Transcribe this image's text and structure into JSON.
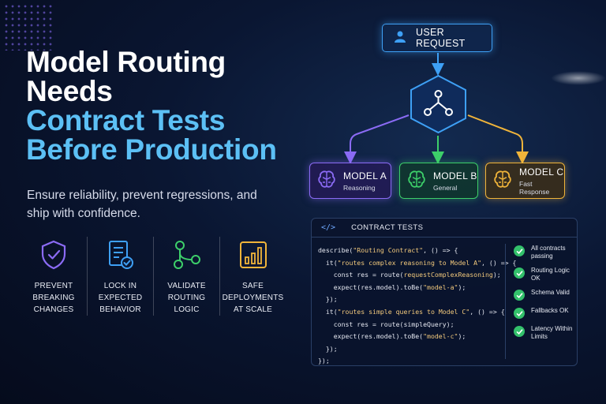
{
  "headline": {
    "line1": "Model Routing",
    "line2": "Needs",
    "line3": "Contract Tests",
    "line4": "Before Production"
  },
  "subtitle": "Ensure reliability, prevent regressions, and ship with confidence.",
  "features": [
    {
      "icon": "shield-check-icon",
      "label": "PREVENT\nBREAKING\nCHANGES",
      "color": "#8b6bf5"
    },
    {
      "icon": "document-check-icon",
      "label": "LOCK IN\nEXPECTED\nBEHAVIOR",
      "color": "#3ea0f5"
    },
    {
      "icon": "routing-flow-icon",
      "label": "VALIDATE\nROUTING\nLOGIC",
      "color": "#3dcf6a"
    },
    {
      "icon": "bar-chart-icon",
      "label": "SAFE\nDEPLOYMENTS\nAT SCALE",
      "color": "#f0b43a"
    }
  ],
  "diagram": {
    "request_label": "USER REQUEST",
    "models": [
      {
        "title": "MODEL A",
        "subtitle": "Reasoning",
        "color": "#8b6bf5",
        "icon": "brain-icon"
      },
      {
        "title": "MODEL B",
        "subtitle": "General",
        "color": "#3dcf6a",
        "icon": "brain-icon"
      },
      {
        "title": "MODEL C",
        "subtitle": "Fast Response",
        "color": "#f0b43a",
        "icon": "brain-icon"
      }
    ],
    "router_icon": "router-branch-icon"
  },
  "panel": {
    "tag": "</>",
    "title": "CONTRACT TESTS",
    "code": [
      [
        "describe(",
        "\"Routing Contract\"",
        ", () => {"
      ],
      [
        "  it(",
        "\"routes complex reasoning to Model A\"",
        ", () => {"
      ],
      [
        "    const res = route(",
        "requestComplexReasoning",
        ");"
      ],
      [
        "    expect(res.model).toBe(",
        "\"model-a\"",
        ");"
      ],
      [
        "  });",
        "",
        ""
      ],
      [
        "  it(",
        "\"routes simple queries to Model C\"",
        ", () => {"
      ],
      [
        "    const res = route(simpleQuery);",
        "",
        ""
      ],
      [
        "    expect(res.model).toBe(",
        "\"model-c\"",
        ");"
      ],
      [
        "  });",
        "",
        ""
      ],
      [
        "});",
        "",
        ""
      ]
    ],
    "checks": [
      "All contracts passing",
      "Routing Logic OK",
      "Schema Valid",
      "Fallbacks OK",
      "Latency Within Limits"
    ]
  }
}
